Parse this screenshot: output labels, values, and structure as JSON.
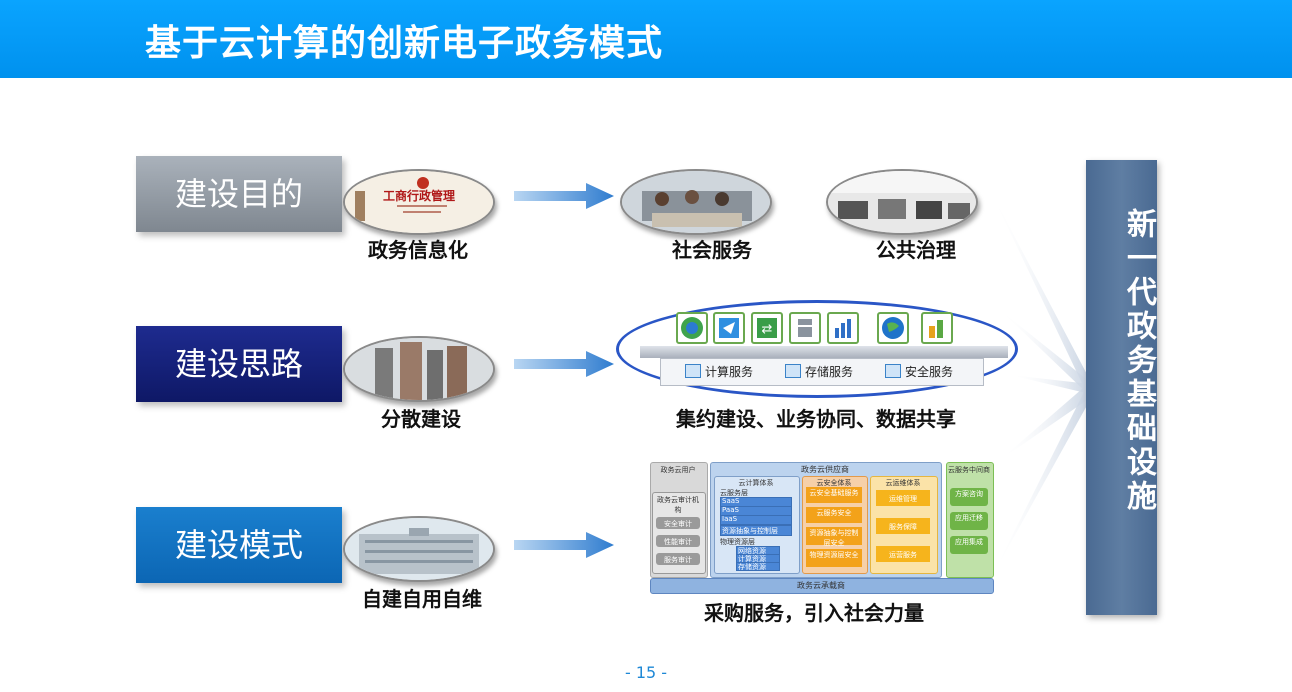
{
  "title": "基于云计算的创新电子政务模式",
  "rows": [
    {
      "label": "建设目的",
      "caption": "政务信息化",
      "targets": [
        "社会服务",
        "公共治理"
      ]
    },
    {
      "label": "建设思路",
      "caption": "分散建设",
      "target_caption": "集约建设、业务协同、数据共享"
    },
    {
      "label": "建设模式",
      "caption": "自建自用自维",
      "target_caption": "采购服务，引入社会力量"
    }
  ],
  "logo_text": "工商行政管理",
  "platform": {
    "services": [
      "计算服务",
      "存储服务",
      "安全服务"
    ]
  },
  "model_diagram": {
    "user_col_title": "政务云用户",
    "user_items": [
      "政务云审计机构",
      "安全审计",
      "性能审计",
      "服务审计"
    ],
    "supply_title": "政务云供应商",
    "compute_title": "云计算体系",
    "compute_items": [
      "云服务层",
      "SaaS",
      "PaaS",
      "IaaS",
      "资源抽象与控制层",
      "物理资源层",
      "网络资源",
      "计算资源",
      "存储资源"
    ],
    "security_title": "云安全体系",
    "security_items": [
      "云安全基础服务",
      "云服务安全",
      "资源抽象与控制层安全",
      "物理资源层安全"
    ],
    "ops_title": "云运维体系",
    "ops_items": [
      "运维管理",
      "服务保障",
      "运营服务"
    ],
    "broker_title": "云服务中间商",
    "broker_items": [
      "方案咨询",
      "应用迁移",
      "应用集成"
    ],
    "carrier": "政务云承载商"
  },
  "side_banner": "新一代政务基础设施",
  "page_number": "- 15 -"
}
